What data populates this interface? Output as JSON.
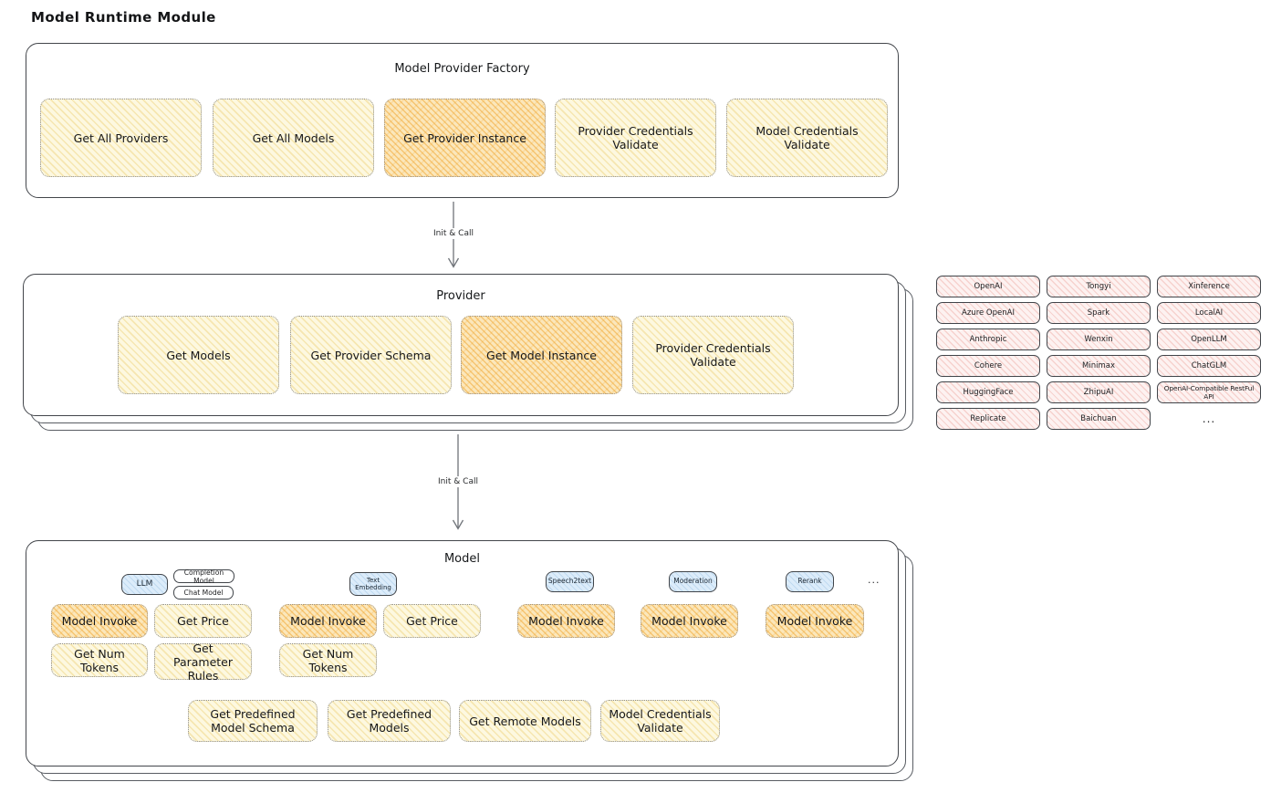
{
  "page_title": "Model Runtime Module",
  "colors": {
    "panel_border": "#43464b",
    "yellow_fill": "#fdf8e0",
    "orange_fill": "#fbe7bb",
    "pink_fill": "#fdf2f1",
    "blue_fill": "#dcecfa",
    "text": "#1d1f21"
  },
  "arrows": {
    "label1": "Init & Call",
    "label2": "Init & Call"
  },
  "factory": {
    "title": "Model Provider Factory",
    "items": [
      {
        "label": "Get All Providers"
      },
      {
        "label": "Get All Models"
      },
      {
        "label": "Get Provider Instance"
      },
      {
        "label": "Provider Credentials Validate"
      },
      {
        "label": "Model Credentials Validate"
      }
    ]
  },
  "provider": {
    "title": "Provider",
    "items": [
      {
        "label": "Get Models"
      },
      {
        "label": "Get Provider Schema"
      },
      {
        "label": "Get Model Instance"
      },
      {
        "label": "Provider Credentials Validate"
      }
    ]
  },
  "providers_list": {
    "col1": [
      "OpenAI",
      "Azure OpenAI",
      "Anthropic",
      "Cohere",
      "HuggingFace",
      "Replicate"
    ],
    "col2": [
      "Tongyi",
      "Spark",
      "Wenxin",
      "Minimax",
      "ZhipuAI",
      "Baichuan"
    ],
    "col3": [
      "Xinference",
      "LocalAI",
      "OpenLLM",
      "ChatGLM",
      "OpenAI-Compatible RestFul API"
    ],
    "more": "..."
  },
  "model": {
    "title": "Model",
    "tab_llm": "LLM",
    "tab_completion": "Completion Model",
    "tab_chat": "Chat Model",
    "tab_text_embedding": "Text Embedding",
    "tab_speech2text": "Speech2text",
    "tab_moderation": "Moderation",
    "tab_rerank": "Rerank",
    "tabs_more": "...",
    "llm": {
      "invoke": "Model Invoke",
      "price": "Get Price",
      "num_tokens": "Get Num Tokens",
      "param_rules": "Get Parameter Rules"
    },
    "text_embedding": {
      "invoke": "Model Invoke",
      "price": "Get Price",
      "num_tokens": "Get Num Tokens"
    },
    "speech2text": {
      "invoke": "Model Invoke"
    },
    "moderation": {
      "invoke": "Model Invoke"
    },
    "rerank": {
      "invoke": "Model Invoke"
    },
    "bottom": [
      {
        "label": "Get Predefined Model Schema"
      },
      {
        "label": "Get Predefined Models"
      },
      {
        "label": "Get Remote Models"
      },
      {
        "label": "Model Credentials Validate"
      }
    ]
  }
}
